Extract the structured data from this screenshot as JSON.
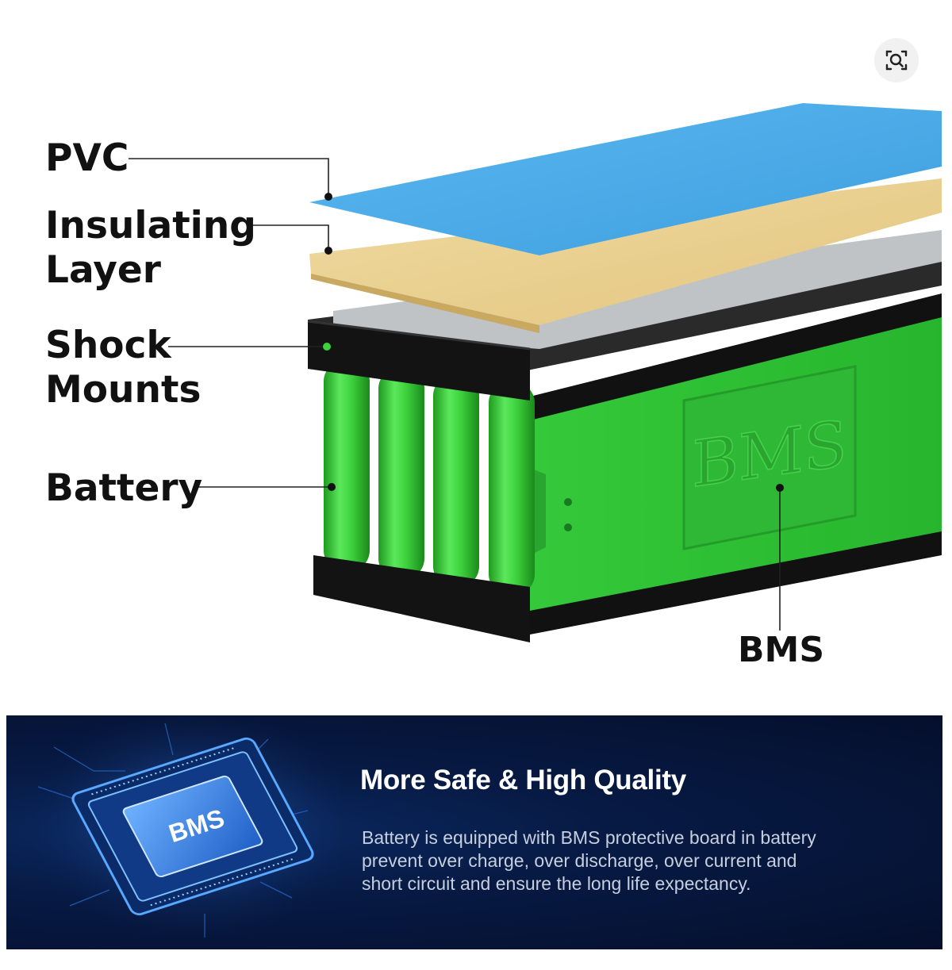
{
  "labels": {
    "pvc": "PVC",
    "insulating_1": "Insulating",
    "insulating_2": "Layer",
    "shock_1": "Shock",
    "shock_2": "Mounts",
    "battery": "Battery",
    "bms": "BMS"
  },
  "chip": {
    "label": "BMS"
  },
  "embossed_label": "BMS",
  "banner": {
    "title": "More Safe & High Quality",
    "lines": [
      "Battery is equipped with BMS protective board in battery",
      "prevent over charge, over discharge, over current and",
      "short circuit and ensure the long life expectancy."
    ]
  },
  "icons": {
    "zoom": "zoom-search-icon"
  },
  "colors": {
    "pvc": "#4aaee8",
    "insulating": "#e8cf8e",
    "cell_green": "#3fd13f",
    "holder": "#111111",
    "banner_bg": "#061638",
    "chip_glow": "#2f8cff"
  }
}
